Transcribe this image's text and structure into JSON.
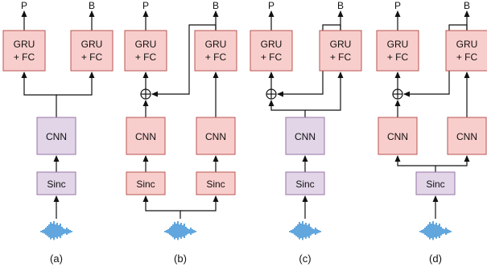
{
  "colors": {
    "gru_fill": "#f8cecc",
    "gru_stroke": "#b85450",
    "cnn_red_fill": "#f8cecc",
    "cnn_red_stroke": "#b85450",
    "purple_fill": "#e1d5e7",
    "purple_stroke": "#9673a6",
    "line": "#111111",
    "wave": "#3a8fd6"
  },
  "labels": {
    "gru": [
      "GRU",
      "+ FC"
    ],
    "cnn": "CNN",
    "sinc": "Sinc",
    "out_p": "P",
    "out_b": "B"
  },
  "captions": [
    "(a)",
    "(b)",
    "(c)",
    "(d)"
  ]
}
